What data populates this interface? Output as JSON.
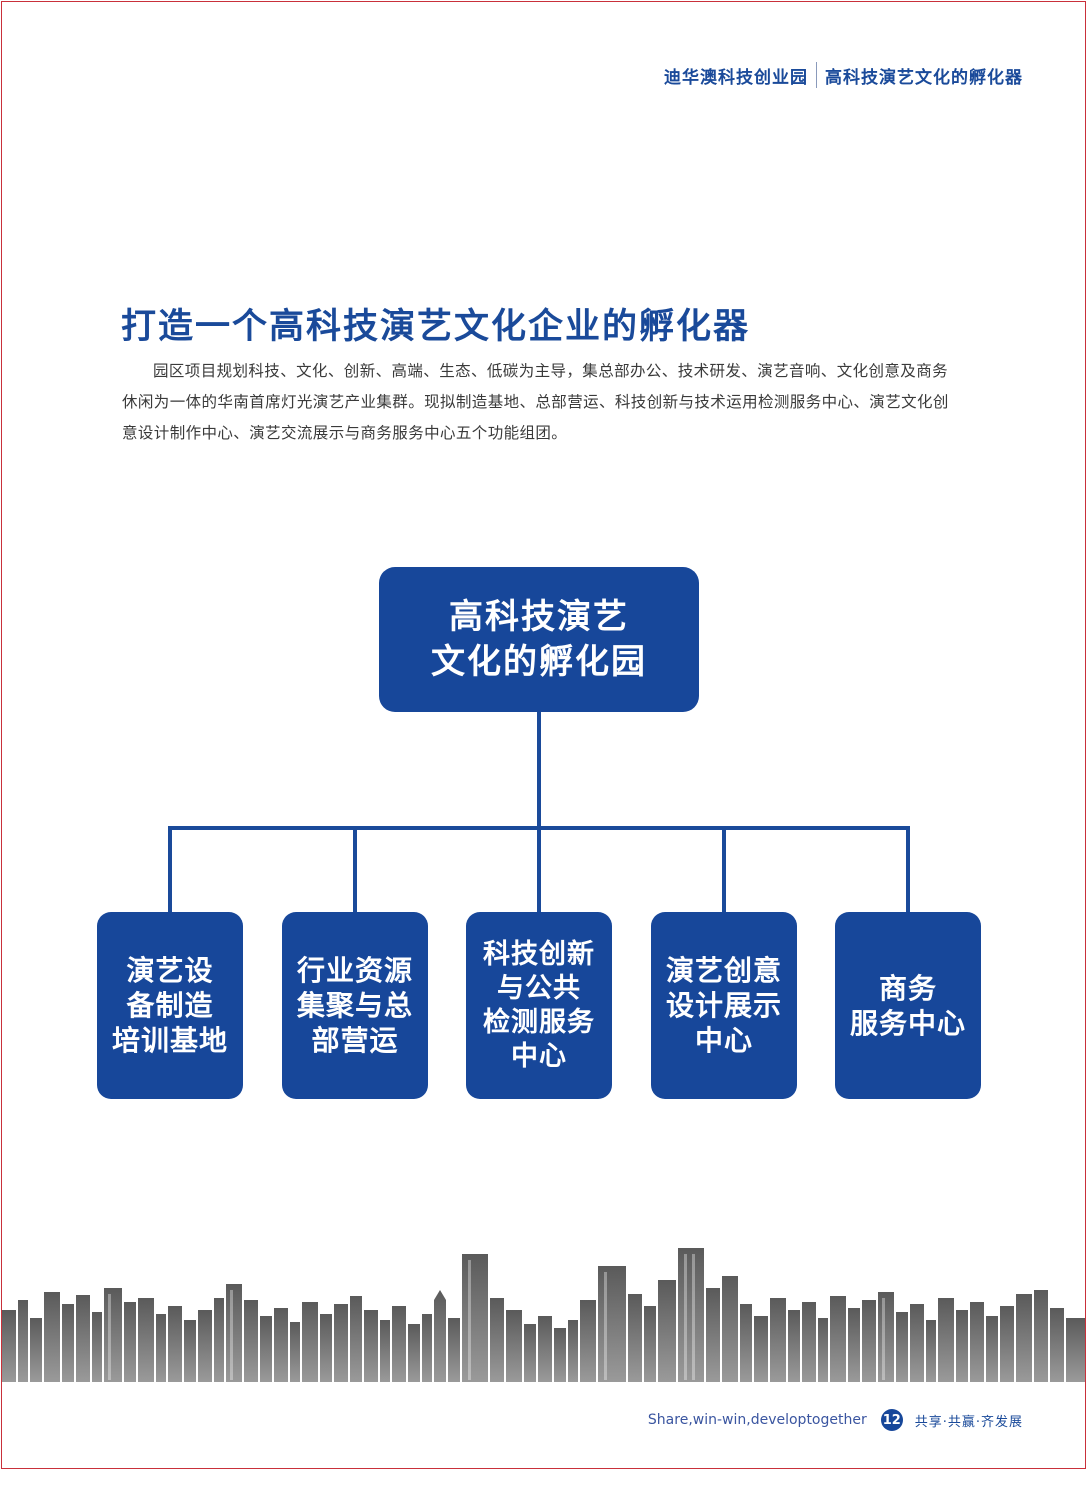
{
  "header": {
    "left": "迪华澳科技创业园",
    "right": "高科技演艺文化的孵化器"
  },
  "title": "打造一个高科技演艺文化企业的孵化器",
  "intro": "园区项目规划科技、文化、创新、高端、生态、低碳为主导，集总部办公、技术研发、演艺音响、文化创意及商务休闲为一体的华南首席灯光演艺产业集群。现拟制造基地、总部营运、科技创新与技术运用检测服务中心、演艺文化创意设计制作中心、演艺交流展示与商务服务中心五个功能组团。",
  "org": {
    "root": "高科技演艺\n文化的孵化园",
    "children": [
      "演艺设\n备制造\n培训基地",
      "行业资源\n集聚与总\n部营运",
      "科技创新\n与公共\n检测服务\n中心",
      "演艺创意\n设计展示\n中心",
      "商务\n服务中心"
    ]
  },
  "footer": {
    "slogan_en": "Share,win-win,developtogether",
    "page_number": "12",
    "slogan_zh": "共享·共赢·齐发展"
  },
  "colors": {
    "brand_blue": "#17479a",
    "frame_red": "#c9303a"
  }
}
